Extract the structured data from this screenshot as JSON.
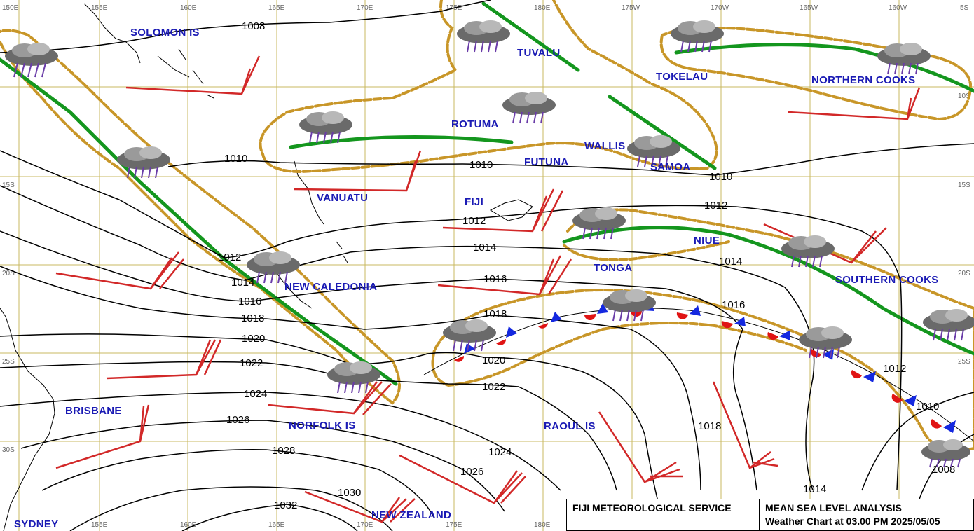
{
  "lon_labels": [
    "150E",
    "155E",
    "160E",
    "165E",
    "170E",
    "175E",
    "180E",
    "175W",
    "170W",
    "165W",
    "160W"
  ],
  "lat_labels": [
    "10S",
    "15S",
    "20S",
    "25S",
    "30S",
    "5S"
  ],
  "places": {
    "solomon": "SOLOMON IS",
    "tuvalu": "TUVALU",
    "tokelau": "TOKELAU",
    "northern_cooks": "NORTHERN COOKS",
    "rotuma": "ROTUMA",
    "wallis": "WALLIS",
    "futuna": "FUTUNA",
    "samoa": "SAMOA",
    "vanuatu": "VANUATU",
    "fiji": "FIJI",
    "niue": "NIUE",
    "tonga": "TONGA",
    "southern_cooks": "SOUTHERN COOKS",
    "new_caledonia": "NEW CALEDONIA",
    "brisbane": "BRISBANE",
    "norfolk": "NORFOLK IS",
    "raoul": "RAOUL IS",
    "new_zealand": "NEW ZEALAND",
    "sydney": "SYDNEY"
  },
  "isobars": {
    "i1008a": "1008",
    "i1010a": "1010",
    "i1010b": "1010",
    "i1010c": "1010",
    "i1012a": "1012",
    "i1012b": "1012",
    "i1012c": "1012",
    "i1012d": "1012",
    "i1014a": "1014",
    "i1014b": "1014",
    "i1014c": "1014",
    "i1014d": "1014",
    "i1016a": "1016",
    "i1016b": "1016",
    "i1016c": "1016",
    "i1018a": "1018",
    "i1018b": "1018",
    "i1018c": "1018",
    "i1020a": "1020",
    "i1020b": "1020",
    "i1022a": "1022",
    "i1022b": "1022",
    "i1024a": "1024",
    "i1024b": "1024",
    "i1026a": "1026",
    "i1026b": "1026",
    "i1028": "1028",
    "i1030": "1030",
    "i1032": "1032",
    "i1010d": "1010",
    "i1008b": "1008"
  },
  "info": {
    "agency": "FIJI METEOROLOGICAL SERVICE",
    "product": "MEAN SEA LEVEL ANALYSIS",
    "chart_time": "Weather Chart at  03.00 PM  2025/05/05"
  },
  "colors": {
    "grid": "#c8b860",
    "cloud_edge": "#c89628",
    "trough": "#14961e",
    "wind_barb": "#d22828",
    "warm_front": "#e01414",
    "cold_front": "#1428e0",
    "place_text": "#1a1ab4"
  }
}
